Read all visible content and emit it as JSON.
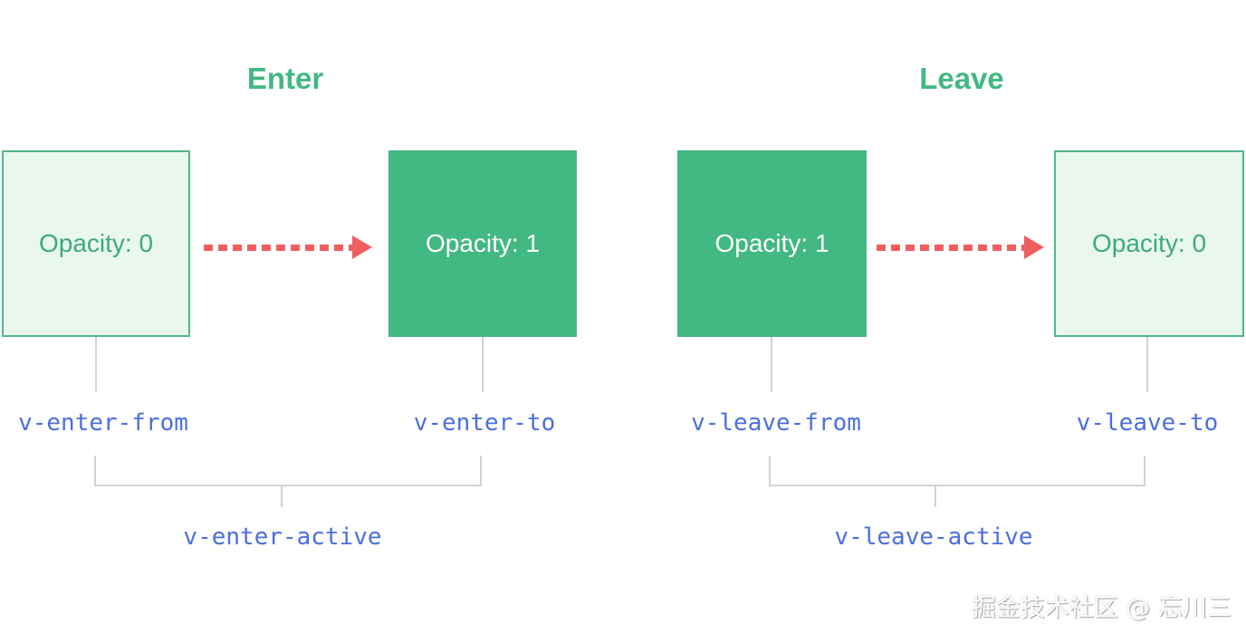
{
  "enter": {
    "title": "Enter",
    "from_box_label": "Opacity: 0",
    "to_box_label": "Opacity: 1",
    "from_class": "v-enter-from",
    "to_class": "v-enter-to",
    "active_class": "v-enter-active"
  },
  "leave": {
    "title": "Leave",
    "from_box_label": "Opacity: 1",
    "to_box_label": "Opacity: 0",
    "from_class": "v-leave-from",
    "to_class": "v-leave-to",
    "active_class": "v-leave-active"
  },
  "colors": {
    "vue_green": "#42b883",
    "light_green_fill": "#e9f7ef",
    "light_green_border": "#54b588",
    "green_text": "#3faa7c",
    "arrow_red": "#f05e5e",
    "class_label_blue": "#4b6fdd",
    "connector_gray": "#d2d2d2"
  },
  "watermark": "掘金技术社区 @ 忘川三"
}
